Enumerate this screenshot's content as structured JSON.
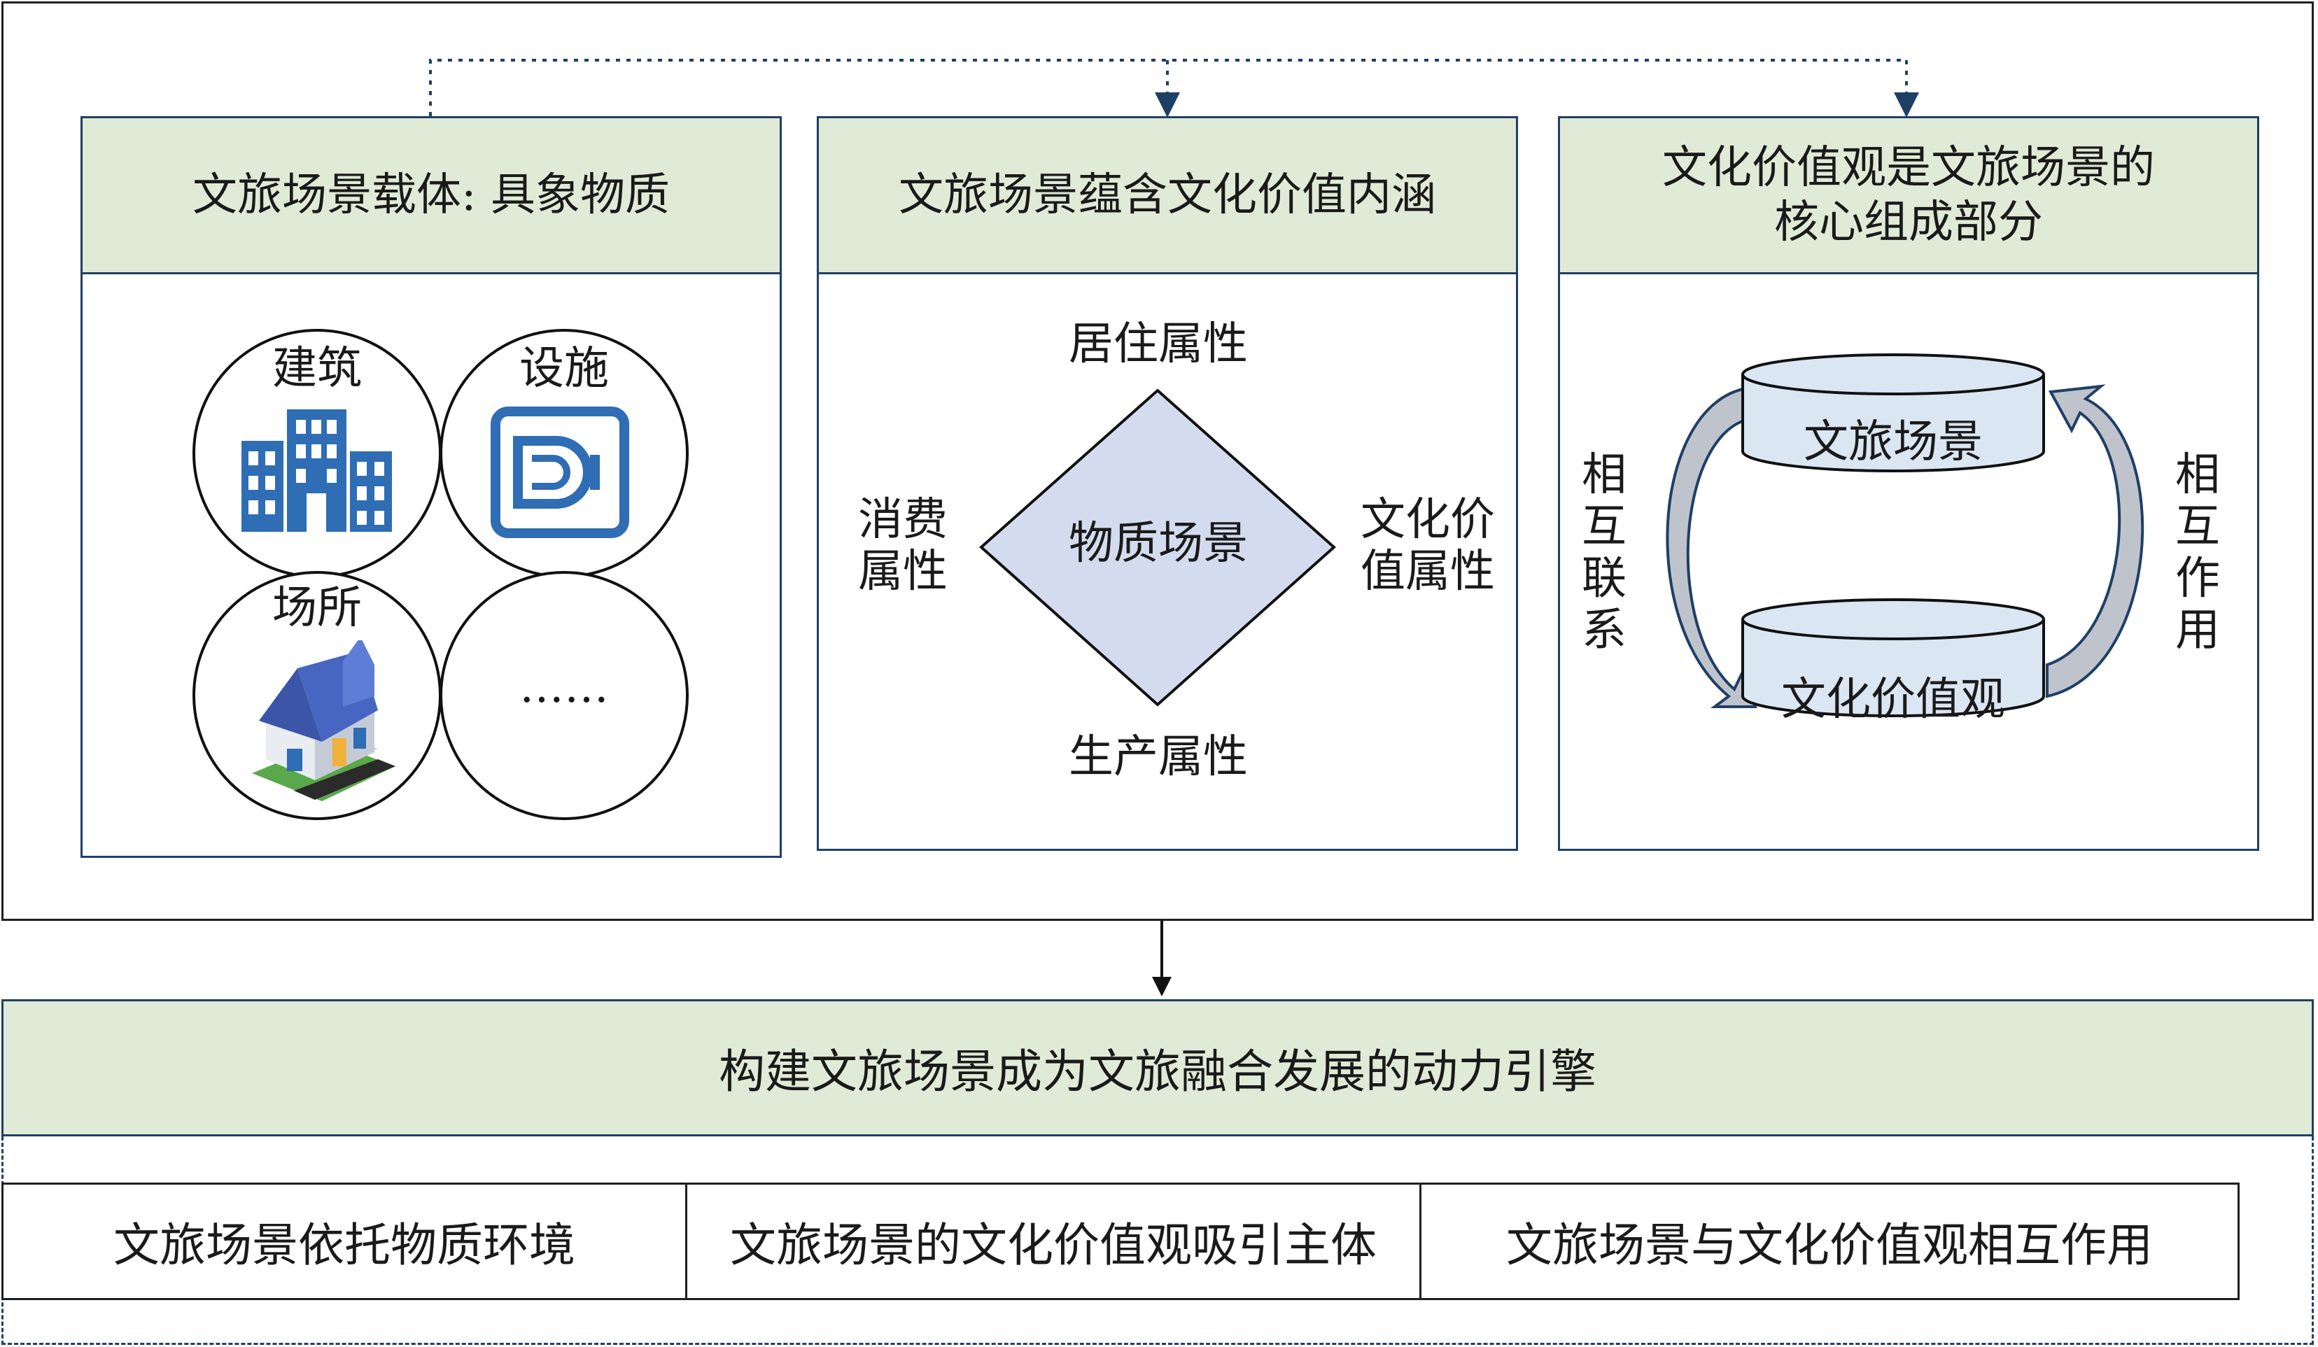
{
  "panels": [
    {
      "title": "文旅场景载体: 具象物质",
      "items": [
        "建筑",
        "设施",
        "场所",
        "……"
      ]
    },
    {
      "title": "文旅场景蕴含文化价值内涵",
      "diamond_center": "物质场景",
      "top": "居住属性",
      "bottom": "生产属性",
      "left_lines": [
        "消费",
        "属性"
      ],
      "right_lines": [
        "文化价",
        "值属性"
      ]
    },
    {
      "title_lines": [
        "文化价值观是文旅场景的",
        "核心组成部分"
      ],
      "cylinder_top": "文旅场景",
      "cylinder_bottom": "文化价值观",
      "left_vertical": [
        "相",
        "互",
        "联",
        "系"
      ],
      "right_vertical": [
        "相",
        "互",
        "作",
        "用"
      ]
    }
  ],
  "banner": "构建文旅场景成为文旅融合发展的动力引擎",
  "cells": [
    "文旅场景依托物质环境",
    "文旅场景的文化价值观吸引主体",
    "文旅场景与文化价值观相互作用"
  ],
  "colors": {
    "header_fill": "#dfebd6",
    "panel_border": "#1f3f66",
    "diamond_fill": "#d3dcee",
    "cylinder_fill": "#dbe6f3",
    "arrow_fill": "#bfc4cc",
    "icon_blue": "#2f6db4"
  }
}
